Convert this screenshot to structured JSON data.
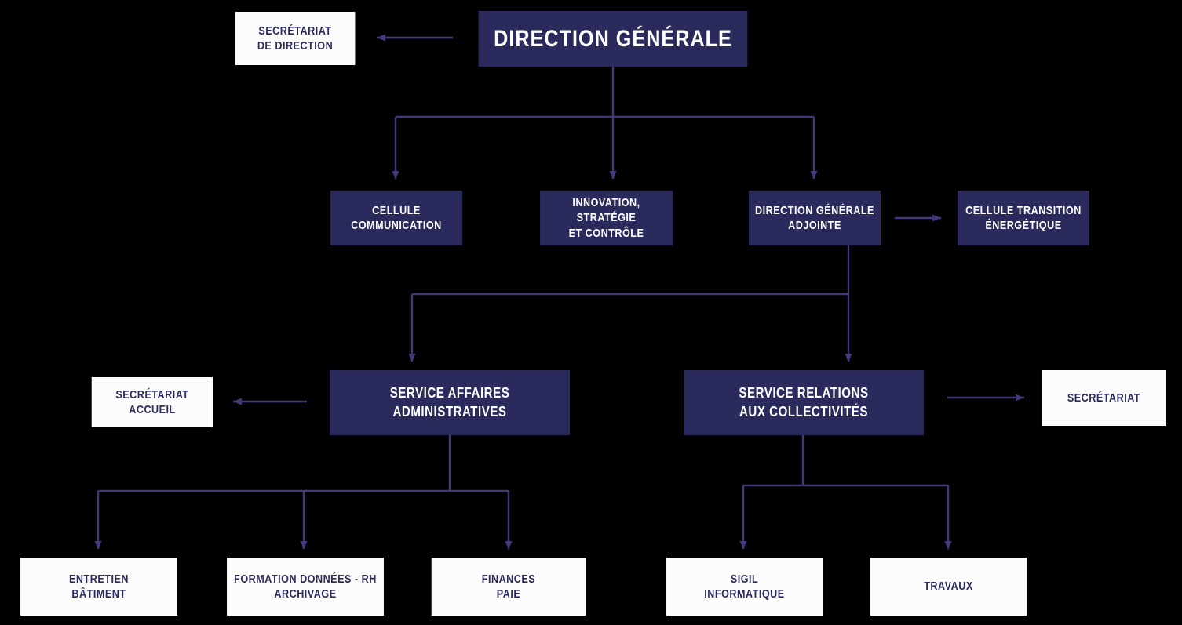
{
  "diagram": {
    "title": "Organigramme - Direction Générale",
    "background_color": "#000000",
    "node_fill_dark": "#2b2a5c",
    "node_fill_light": "#fcfcfc",
    "connector_color": "#3f3a78"
  },
  "nodes": {
    "secretariat_direction": {
      "label": "SECRÉTARIAT\nDE DIRECTION",
      "line1": "SECRÉTARIAT",
      "line2": "DE DIRECTION",
      "style": "light"
    },
    "direction_generale": {
      "label": "DIRECTION GÉNÉRALE",
      "line1": "DIRECTION GÉNÉRALE",
      "line2": "",
      "style": "dark"
    },
    "cellule_communication": {
      "label": "CELLULE\nCOMMUNICATION",
      "line1": "CELLULE",
      "line2": "COMMUNICATION",
      "style": "dark"
    },
    "innovation_strategie": {
      "label": "INNOVATION, STRATÉGIE\nET CONTRÔLE",
      "line1": "INNOVATION, STRATÉGIE",
      "line2": "ET CONTRÔLE",
      "style": "dark"
    },
    "direction_generale_adjointe": {
      "label": "DIRECTION GÉNÉRALE\nADJOINTE",
      "line1": "DIRECTION GÉNÉRALE",
      "line2": "ADJOINTE",
      "style": "dark"
    },
    "cellule_transition": {
      "label": "CELLULE TRANSITION\nÉNERGÉTIQUE",
      "line1": "CELLULE TRANSITION",
      "line2": "ÉNERGÉTIQUE",
      "style": "dark"
    },
    "secretariat_accueil": {
      "label": "SECRÉTARIAT\nACCUEIL",
      "line1": "SECRÉTARIAT",
      "line2": "ACCUEIL",
      "style": "light"
    },
    "service_affaires_administratives": {
      "label": "SERVICE AFFAIRES\nADMINISTRATIVES",
      "line1": "SERVICE AFFAIRES",
      "line2": "ADMINISTRATIVES",
      "style": "dark"
    },
    "service_relations_collectivites": {
      "label": "SERVICE RELATIONS\nAUX COLLECTIVITÉS",
      "line1": "SERVICE RELATIONS",
      "line2": "AUX COLLECTIVITÉS",
      "style": "dark"
    },
    "secretariat": {
      "label": "SECRÉTARIAT",
      "line1": "SECRÉTARIAT",
      "line2": "",
      "style": "light"
    },
    "entretien_batiment": {
      "label": "ENTRETIEN\nBÂTIMENT",
      "line1": "ENTRETIEN",
      "line2": "BÂTIMENT",
      "style": "light"
    },
    "formation_donnees_rh": {
      "label": "FORMATION DONNÉES - RH\nARCHIVAGE",
      "line1": "FORMATION DONNÉES - RH",
      "line2": "ARCHIVAGE",
      "style": "light"
    },
    "finances_paie": {
      "label": "FINANCES\nPAIE",
      "line1": "FINANCES",
      "line2": "PAIE",
      "style": "light"
    },
    "sigil_informatique": {
      "label": "SIGIL\nINFORMATIQUE",
      "line1": "SIGIL",
      "line2": "INFORMATIQUE",
      "style": "light"
    },
    "travaux": {
      "label": "TRAVAUX",
      "line1": "TRAVAUX",
      "line2": "",
      "style": "light"
    }
  },
  "edges": [
    {
      "from": "direction_generale",
      "to": "secretariat_direction",
      "kind": "arrow-left"
    },
    {
      "from": "direction_generale",
      "to": "cellule_communication",
      "kind": "arrow-down"
    },
    {
      "from": "direction_generale",
      "to": "innovation_strategie",
      "kind": "arrow-down"
    },
    {
      "from": "direction_generale",
      "to": "direction_generale_adjointe",
      "kind": "arrow-down"
    },
    {
      "from": "direction_generale_adjointe",
      "to": "cellule_transition",
      "kind": "arrow-right"
    },
    {
      "from": "direction_generale_adjointe",
      "to": "service_affaires_administratives",
      "kind": "arrow-down"
    },
    {
      "from": "direction_generale_adjointe",
      "to": "service_relations_collectivites",
      "kind": "arrow-down"
    },
    {
      "from": "service_affaires_administratives",
      "to": "secretariat_accueil",
      "kind": "arrow-left"
    },
    {
      "from": "service_relations_collectivites",
      "to": "secretariat",
      "kind": "arrow-right"
    },
    {
      "from": "service_affaires_administratives",
      "to": "entretien_batiment",
      "kind": "arrow-down"
    },
    {
      "from": "service_affaires_administratives",
      "to": "formation_donnees_rh",
      "kind": "arrow-down"
    },
    {
      "from": "service_affaires_administratives",
      "to": "finances_paie",
      "kind": "arrow-down"
    },
    {
      "from": "service_relations_collectivites",
      "to": "sigil_informatique",
      "kind": "arrow-down"
    },
    {
      "from": "service_relations_collectivites",
      "to": "travaux",
      "kind": "arrow-down"
    }
  ]
}
